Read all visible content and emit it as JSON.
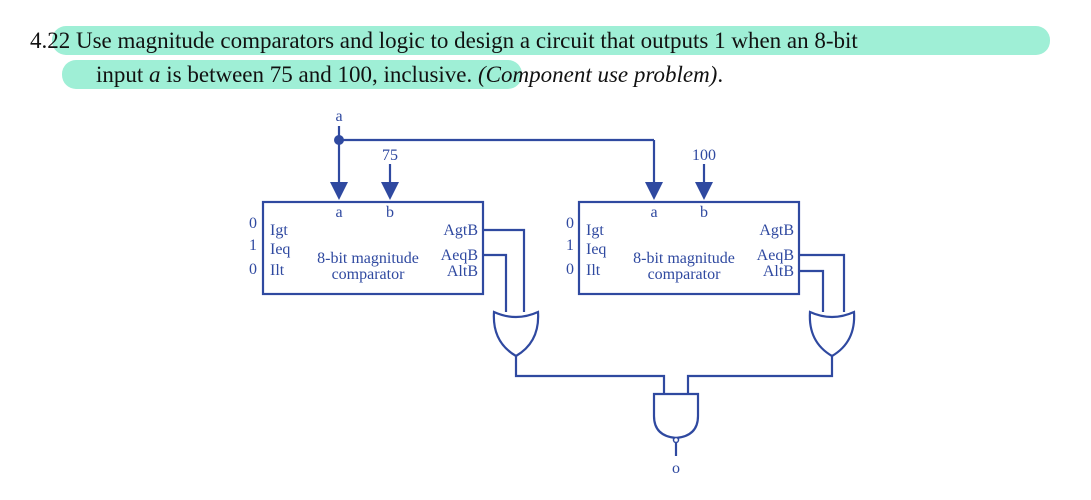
{
  "problem": {
    "number": "4.22",
    "line1_a": " Use magnitude comparators and logic to design a circuit that outputs 1 when an 8-bit",
    "line2_a": "input ",
    "var": "a",
    "line2_b": " is between 75 and 100, inclusive. ",
    "note": "(Component use problem)",
    "end": "."
  },
  "diagram": {
    "input_label": "a",
    "output_label": "o",
    "comparators": [
      {
        "title_line1": "8-bit magnitude",
        "title_line2": "comparator",
        "const_b": "75",
        "port_a": "a",
        "port_b": "b",
        "in_gt": "Igt",
        "in_eq": "Ieq",
        "in_lt": "Ilt",
        "val_gt": "0",
        "val_eq": "1",
        "val_lt": "0",
        "out_gt": "AgtB",
        "out_eq": "AeqB",
        "out_lt": "AltB"
      },
      {
        "title_line1": "8-bit magnitude",
        "title_line2": "comparator",
        "const_b": "100",
        "port_a": "a",
        "port_b": "b",
        "in_gt": "Igt",
        "in_eq": "Ieq",
        "in_lt": "Ilt",
        "val_gt": "0",
        "val_eq": "1",
        "val_lt": "0",
        "out_gt": "AgtB",
        "out_eq": "AeqB",
        "out_lt": "AltB"
      }
    ],
    "colors": {
      "wire": "#2f49a0",
      "text": "#2f49a0",
      "highlight": "#9fefd6"
    }
  }
}
